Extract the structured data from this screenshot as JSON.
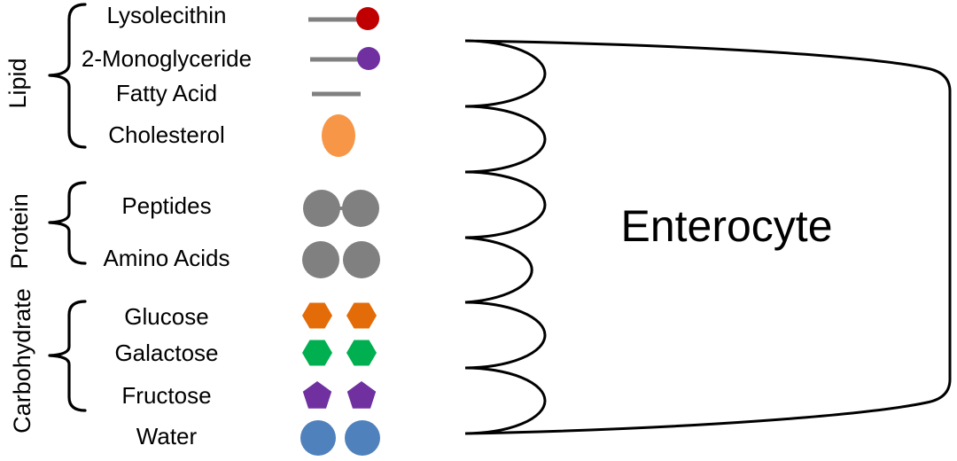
{
  "groups": [
    {
      "label": "Lipid"
    },
    {
      "label": "Protein"
    },
    {
      "label": "Carbohydrate"
    }
  ],
  "rows": [
    {
      "label": "Lysolecithin",
      "icon": "gray-tail-with-red-head"
    },
    {
      "label": "2-Monoglyceride",
      "icon": "gray-tail-with-purple-head"
    },
    {
      "label": "Fatty Acid",
      "icon": "gray-tail"
    },
    {
      "label": "Cholesterol",
      "icon": "orange-ellipse"
    },
    {
      "label": "Peptides",
      "icon": "two-linked-gray-circles"
    },
    {
      "label": "Amino Acids",
      "icon": "two-gray-circles"
    },
    {
      "label": "Glucose",
      "icon": "two-orange-hexagons"
    },
    {
      "label": "Galactose",
      "icon": "two-green-hexagons"
    },
    {
      "label": "Fructose",
      "icon": "two-purple-pentagons"
    },
    {
      "label": "Water",
      "icon": "two-blue-circles"
    }
  ],
  "enterocyte": {
    "label": "Enterocyte"
  },
  "colors": {
    "lysolecithin_head": "#c00000",
    "monoglyceride_head": "#7030a0",
    "tail_gray": "#808080",
    "cholesterol_orange": "#f79646",
    "protein_gray": "#808080",
    "glucose_orange": "#e36c09",
    "galactose_green": "#00b050",
    "fructose_purple": "#7030a0",
    "water_blue": "#4f81bd",
    "outline_black": "#000000"
  }
}
